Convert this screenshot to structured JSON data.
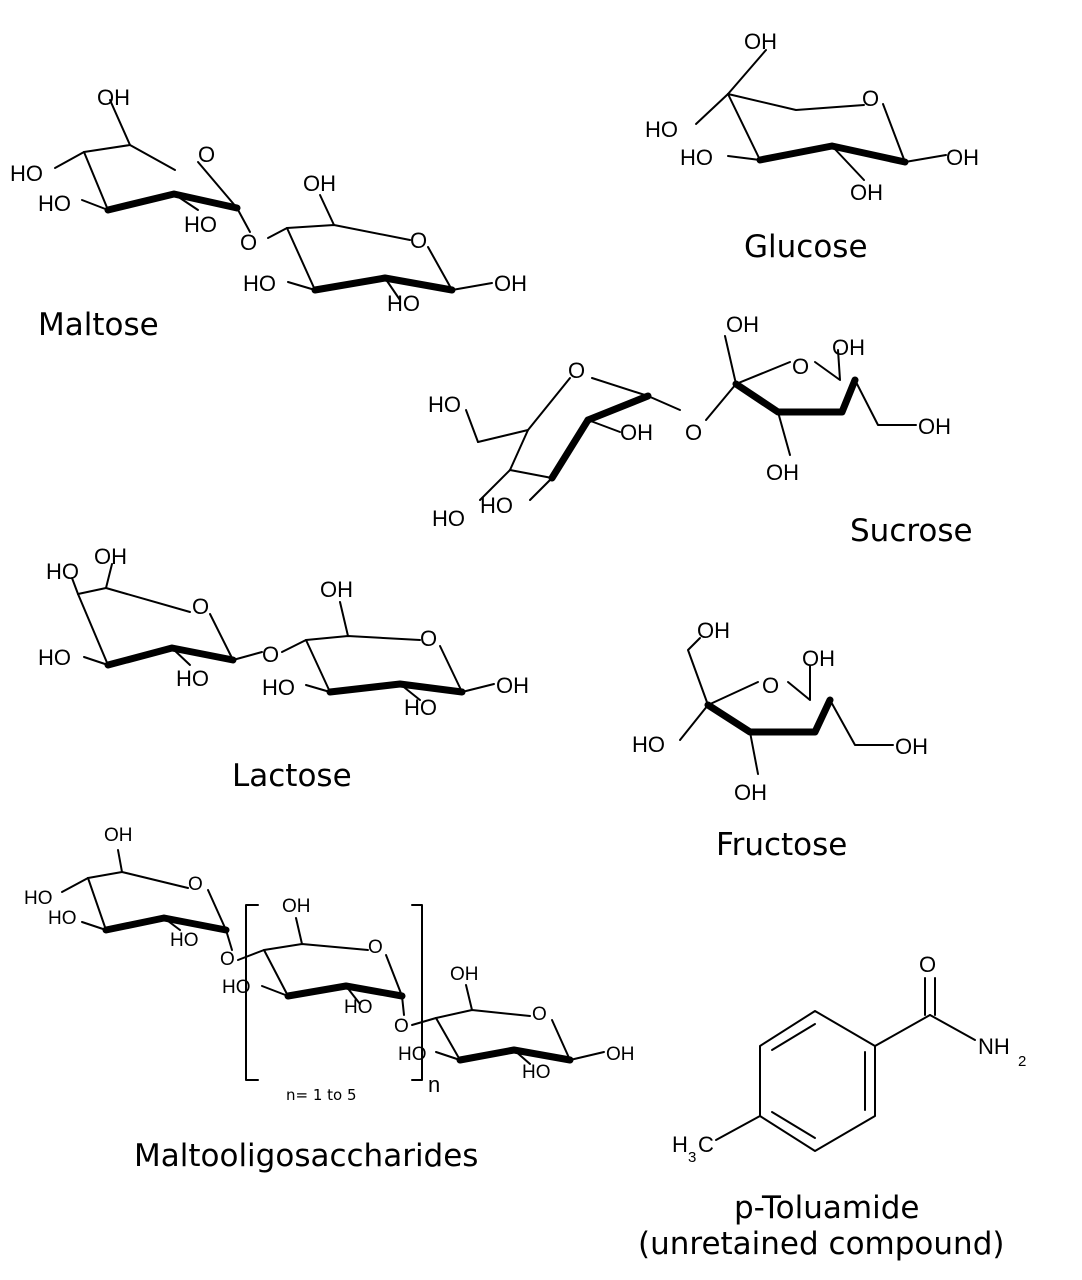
{
  "labels": {
    "oh": "OH",
    "ho": "HO",
    "o": "O",
    "nh": "NH",
    "two": "2",
    "h": "H",
    "three": "3",
    "c": "C",
    "n": "n"
  },
  "compounds": {
    "maltose": "Maltose",
    "glucose": "Glucose",
    "sucrose": "Sucrose",
    "lactose": "Lactose",
    "fructose": "Fructose",
    "maltooligosaccharides": "Maltooligosaccharides",
    "toluamide_line1": "p-Toluamide",
    "toluamide_line2": "(unretained compound)"
  },
  "maltooligo_note": "n= 1 to 5"
}
